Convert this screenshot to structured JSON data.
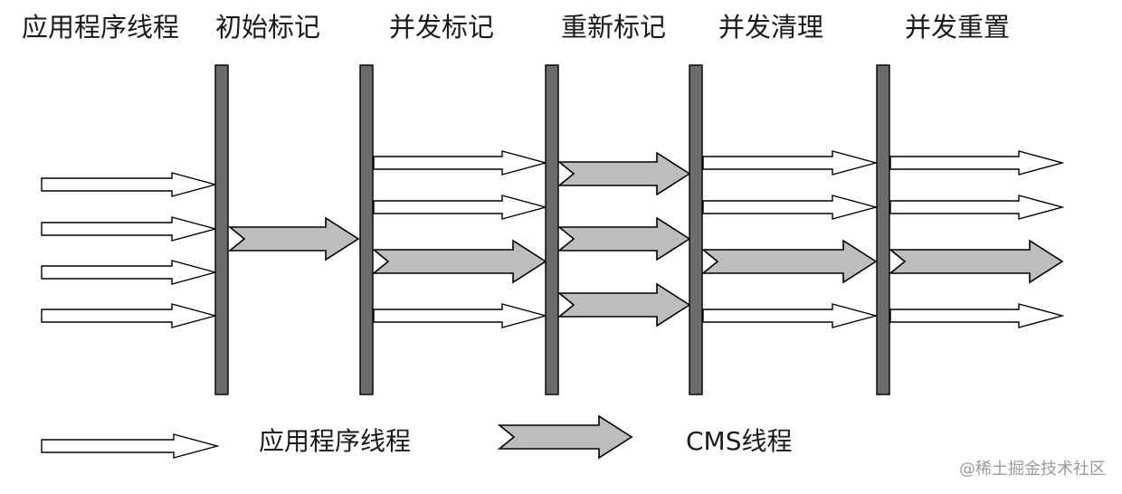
{
  "diagram": {
    "phase_labels": {
      "app_threads": "应用程序线程",
      "initial_mark": "初始标记",
      "concurrent_mark": "并发标记",
      "remark": "重新标记",
      "concurrent_sweep": "并发清理",
      "concurrent_reset": "并发重置"
    },
    "legend": {
      "app_thread": "应用程序线程",
      "cms_thread": "CMS线程"
    },
    "watermark": "@稀土掘金技术社区",
    "colors": {
      "barrier": "#6b6b6b",
      "cms_arrow_fill": "#bdbdbd",
      "app_arrow_fill": "#ffffff",
      "stroke": "#000000"
    }
  }
}
